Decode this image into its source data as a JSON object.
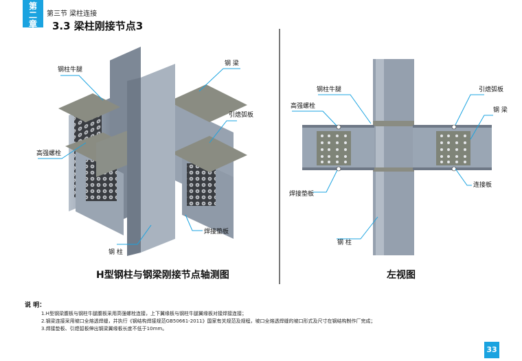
{
  "header": {
    "chapter_line1": "第",
    "chapter_line2": "二",
    "chapter_line3": "章",
    "section": "第三节  梁柱连接",
    "title": "3.3  梁柱刚接节点3"
  },
  "iso_figure": {
    "caption": "H型钢柱与钢梁刚接节点轴测图",
    "labels": {
      "corbel": "钢柱牛腿",
      "beam": "钢  梁",
      "arc_plate": "引熄弧板",
      "bolt": "高强螺栓",
      "backing_plate": "焊接垫板",
      "column": "钢  柱"
    }
  },
  "side_figure": {
    "caption": "左视图",
    "labels": {
      "corbel": "钢柱牛腿",
      "arc_plate": "引熄弧板",
      "bolt": "高强螺栓",
      "beam": "钢  梁",
      "splice_plate": "连接板",
      "backing_plate": "焊接垫板",
      "column": "钢  柱"
    }
  },
  "notes": {
    "label": "说  明：",
    "items": [
      "1.H型钢梁腹板与钢柱牛腿腹板采用高强螺栓连接，上下翼缘板与钢柱牛腿翼缘板对接焊接连接；",
      "2.钢梁连接采用坡口全熔透焊缝，并执行《钢结构焊接规范GB50661-2011》国家有关规范及规程，坡口全熔透焊缝的坡口形式及尺寸在钢结构制作厂完成；",
      "3.焊接垫板、引熄弧板伸出钢梁翼缘板长度不低于10mm。"
    ]
  },
  "page_number": "33",
  "colors": {
    "accent": "#1aa3e0",
    "steel": "#8d98a6",
    "concrete": "#8a8c82"
  }
}
